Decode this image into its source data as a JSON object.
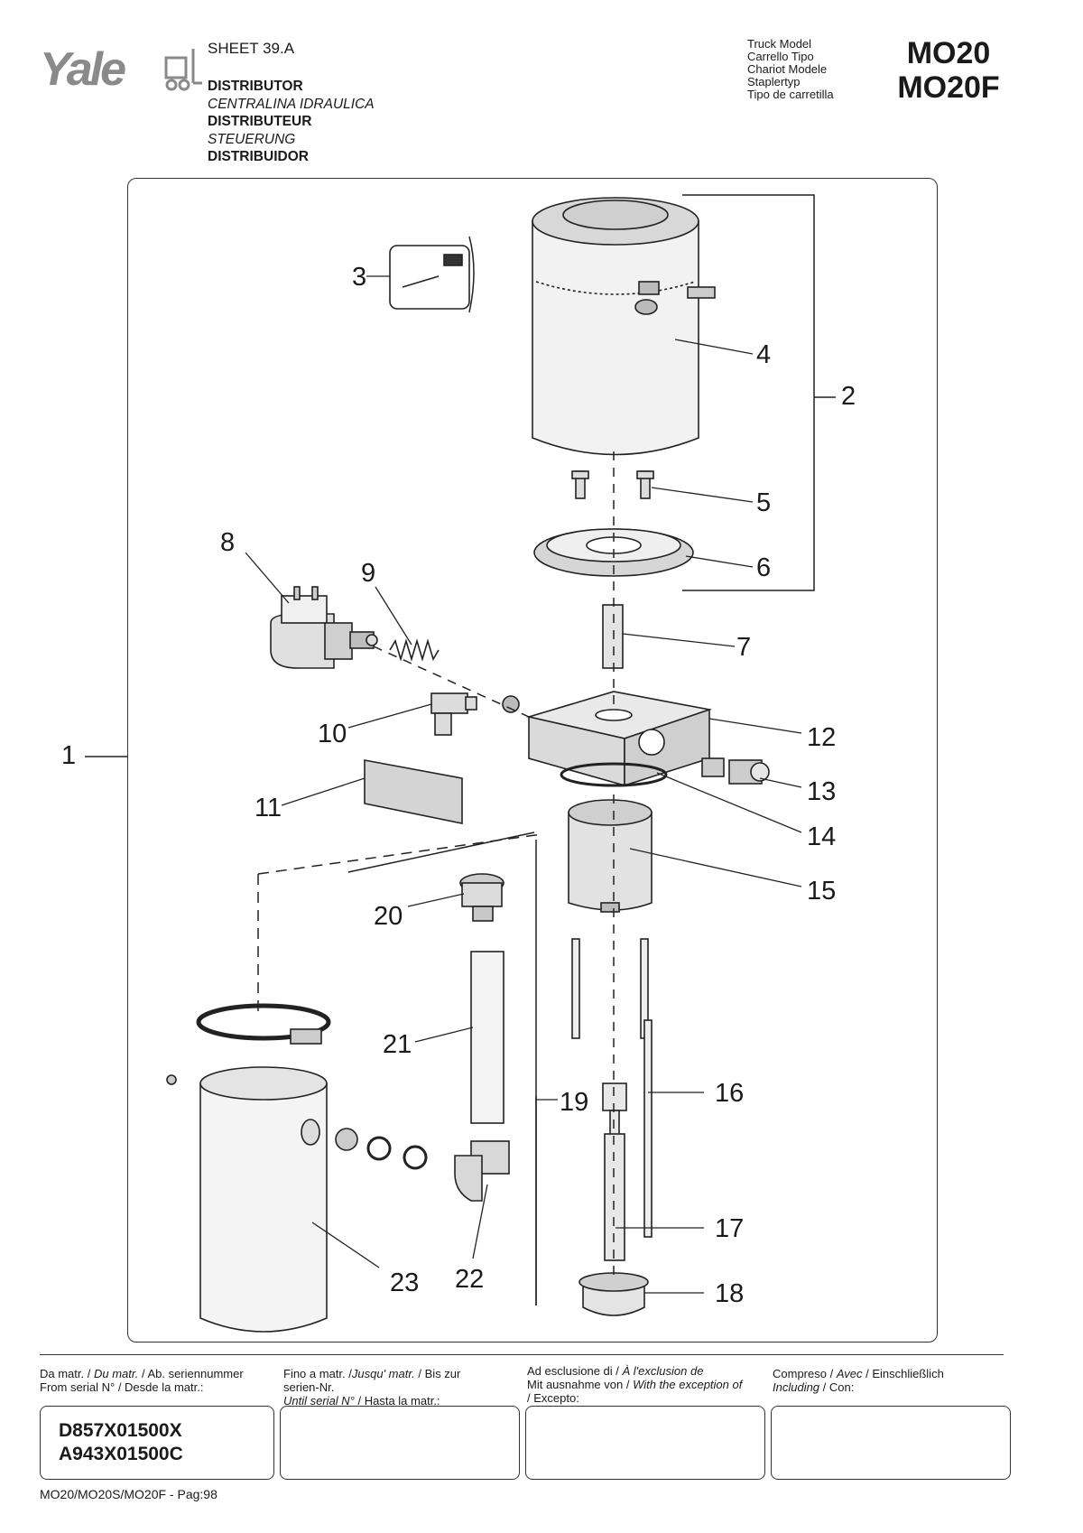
{
  "brand": {
    "name": "Yale",
    "logo_icon": "forklift-icon"
  },
  "header": {
    "sheet": "SHEET 39.A",
    "titles": [
      {
        "text": "DISTRIBUTOR",
        "style": "bold"
      },
      {
        "text": "CENTRALINA IDRAULICA",
        "style": "italic"
      },
      {
        "text": "DISTRIBUTEUR",
        "style": "bold"
      },
      {
        "text": "STEUERUNG",
        "style": "italic"
      },
      {
        "text": "DISTRIBUIDOR",
        "style": "bold"
      }
    ],
    "truck_model_labels": [
      "Truck Model",
      "Carrello Tipo",
      "Chariot Modele",
      "Staplertyp",
      "Tipo de carretilla"
    ],
    "models": [
      "MO20",
      "MO20F"
    ]
  },
  "diagram": {
    "callouts": [
      "1",
      "2",
      "3",
      "4",
      "5",
      "6",
      "7",
      "8",
      "9",
      "10",
      "11",
      "12",
      "13",
      "14",
      "15",
      "16",
      "17",
      "18",
      "19",
      "20",
      "21",
      "22",
      "23"
    ]
  },
  "footer": {
    "col1": {
      "parts": [
        "Da matr. / ",
        "Du matr.",
        " / Ab. seriennummer",
        "From serial N° / Desde la matr.:"
      ]
    },
    "col2": {
      "parts": [
        "Fino a matr. /",
        "Jusqu' matr.",
        " / Bis zur",
        "serien-Nr.",
        "Until serial N°",
        " / Hasta la matr.:"
      ]
    },
    "col3": {
      "parts": [
        "Ad esclusione di / ",
        "À l'exclusion de",
        "Mit ausnahme von / ",
        "With the exception of",
        "/ Excepto:"
      ]
    },
    "col4": {
      "parts": [
        "Compreso / ",
        "Avec",
        " /  Einschließlich",
        "Including",
        "  / Con:"
      ]
    },
    "serials": [
      "D857X01500X",
      "A943X01500C"
    ],
    "page_ref": "MO20/MO20S/MO20F  - Pag:98"
  },
  "colors": {
    "ink": "#1a1a1a",
    "part_fill": "#e8e8e8",
    "part_shade": "#bdbdbd"
  }
}
